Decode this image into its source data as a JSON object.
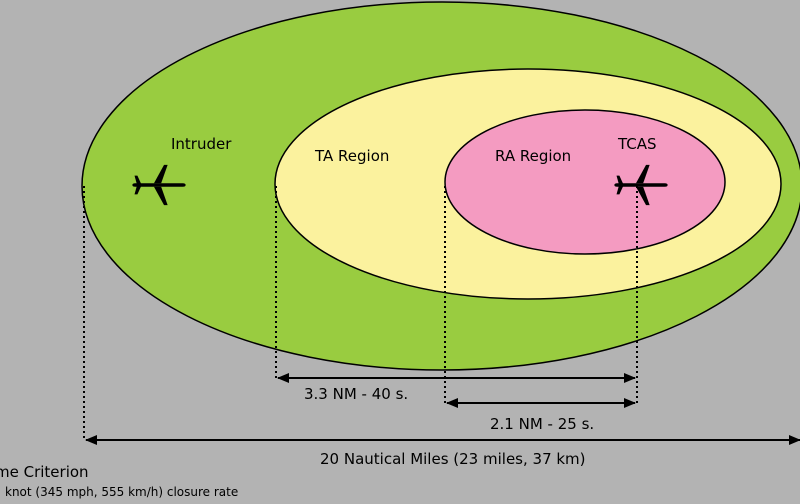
{
  "colors": {
    "background": "#b3b3b3",
    "outer_zone": "#99cc40",
    "ta_zone": "#fbf29e",
    "ra_zone": "#f49bc1",
    "line": "#000000"
  },
  "labels": {
    "intruder": "Intruder",
    "ta_region": "TA Region",
    "ra_region": "RA Region",
    "tcas": "TCAS"
  },
  "icons": {
    "intruder": "airplane-icon",
    "tcas": "airplane-icon"
  },
  "dimensions": {
    "ta": "3.3 NM - 40 s.",
    "ra": "2.1 NM - 25 s.",
    "outer": "20 Nautical Miles (23 miles, 37 km)"
  },
  "caption": {
    "title": "me Criterion",
    "subtitle": "knot (345 mph, 555 km/h) closure rate"
  }
}
